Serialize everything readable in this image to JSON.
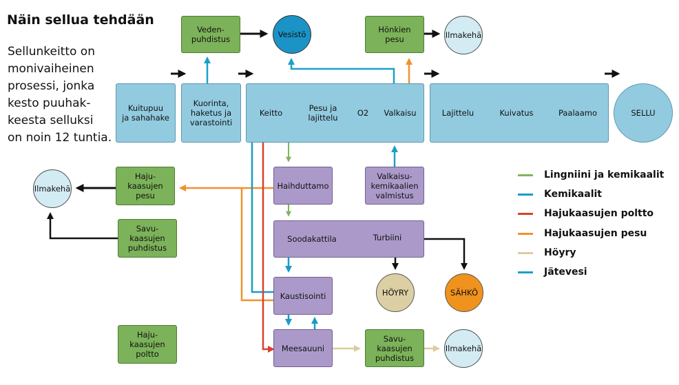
{
  "title": "Näin sellua tehdään",
  "intro": [
    "Sellunkeitto on",
    "monivaiheinen",
    "prosessi, jonka",
    "kesto puuhak-",
    "keesta selluksi",
    "on noin 12 tuntia."
  ],
  "colors": {
    "lingniini": "#7fb55c",
    "kemikaalit": "#1a9ac7",
    "poltto": "#d9412f",
    "pesu": "#f0922b",
    "hoyry": "#ddcc9c",
    "jatevesi": "#1aa0c9",
    "flow": "#111111"
  },
  "nodes": {
    "kuitupuu": [
      "Kuitupuu",
      "ja sahahake"
    ],
    "kuorinta": [
      "Kuorinta,",
      "haketus ja",
      "varastointi"
    ],
    "vedenpuhdistus": [
      "Veden-",
      "puhdistus"
    ],
    "vesisto": "Vesistö",
    "honkien_pesu": [
      "Hönkien",
      "pesu"
    ],
    "ilmakeha_top": "Ilmakehä",
    "keitto": "Keitto",
    "pesu_lajittelu": [
      "Pesu ja",
      "lajittelu"
    ],
    "o2": "O2",
    "valkaisu": "Valkaisu",
    "lajittelu": "Lajittelu",
    "kuivatus": "Kuivatus",
    "paalaamo": "Paalaamo",
    "sellu": "SELLU",
    "ilmakeha_left": "Ilmakehä",
    "hajukaasujen_pesu": [
      "Haju-",
      "kaasujen",
      "pesu"
    ],
    "savukaasujen_puhdistus_left": [
      "Savu-",
      "kaasujen",
      "puhdistus"
    ],
    "haihduttamo": "Haihduttamo",
    "valkaisukemikaalien": [
      "Valkaisu-",
      "kemikaalien",
      "valmistus"
    ],
    "soodakattila": "Soodakattila",
    "turbiini": "Turbiini",
    "hoyry": "HÖYRY",
    "sahko": "SÄHKÖ",
    "kaustisointi": "Kaustisointi",
    "hajukaasujen_poltto": [
      "Haju-",
      "kaasujen",
      "poltto"
    ],
    "meesauuni": "Meesauuni",
    "savukaasujen_puhdistus_bottom": [
      "Savu-",
      "kaasujen",
      "puhdistus"
    ],
    "ilmakeha_bottom": "Ilmakehä"
  },
  "legend": [
    {
      "label": "Lingniini ja kemikaalit",
      "color": "#7fb55c"
    },
    {
      "label": "Kemikaalit",
      "color": "#1a9ac7"
    },
    {
      "label": "Hajukaasujen poltto",
      "color": "#d9412f"
    },
    {
      "label": "Hajukaasujen pesu",
      "color": "#f0922b"
    },
    {
      "label": "Höyry",
      "color": "#ddcc9c"
    },
    {
      "label": "Jätevesi",
      "color": "#1aa0c9"
    }
  ]
}
